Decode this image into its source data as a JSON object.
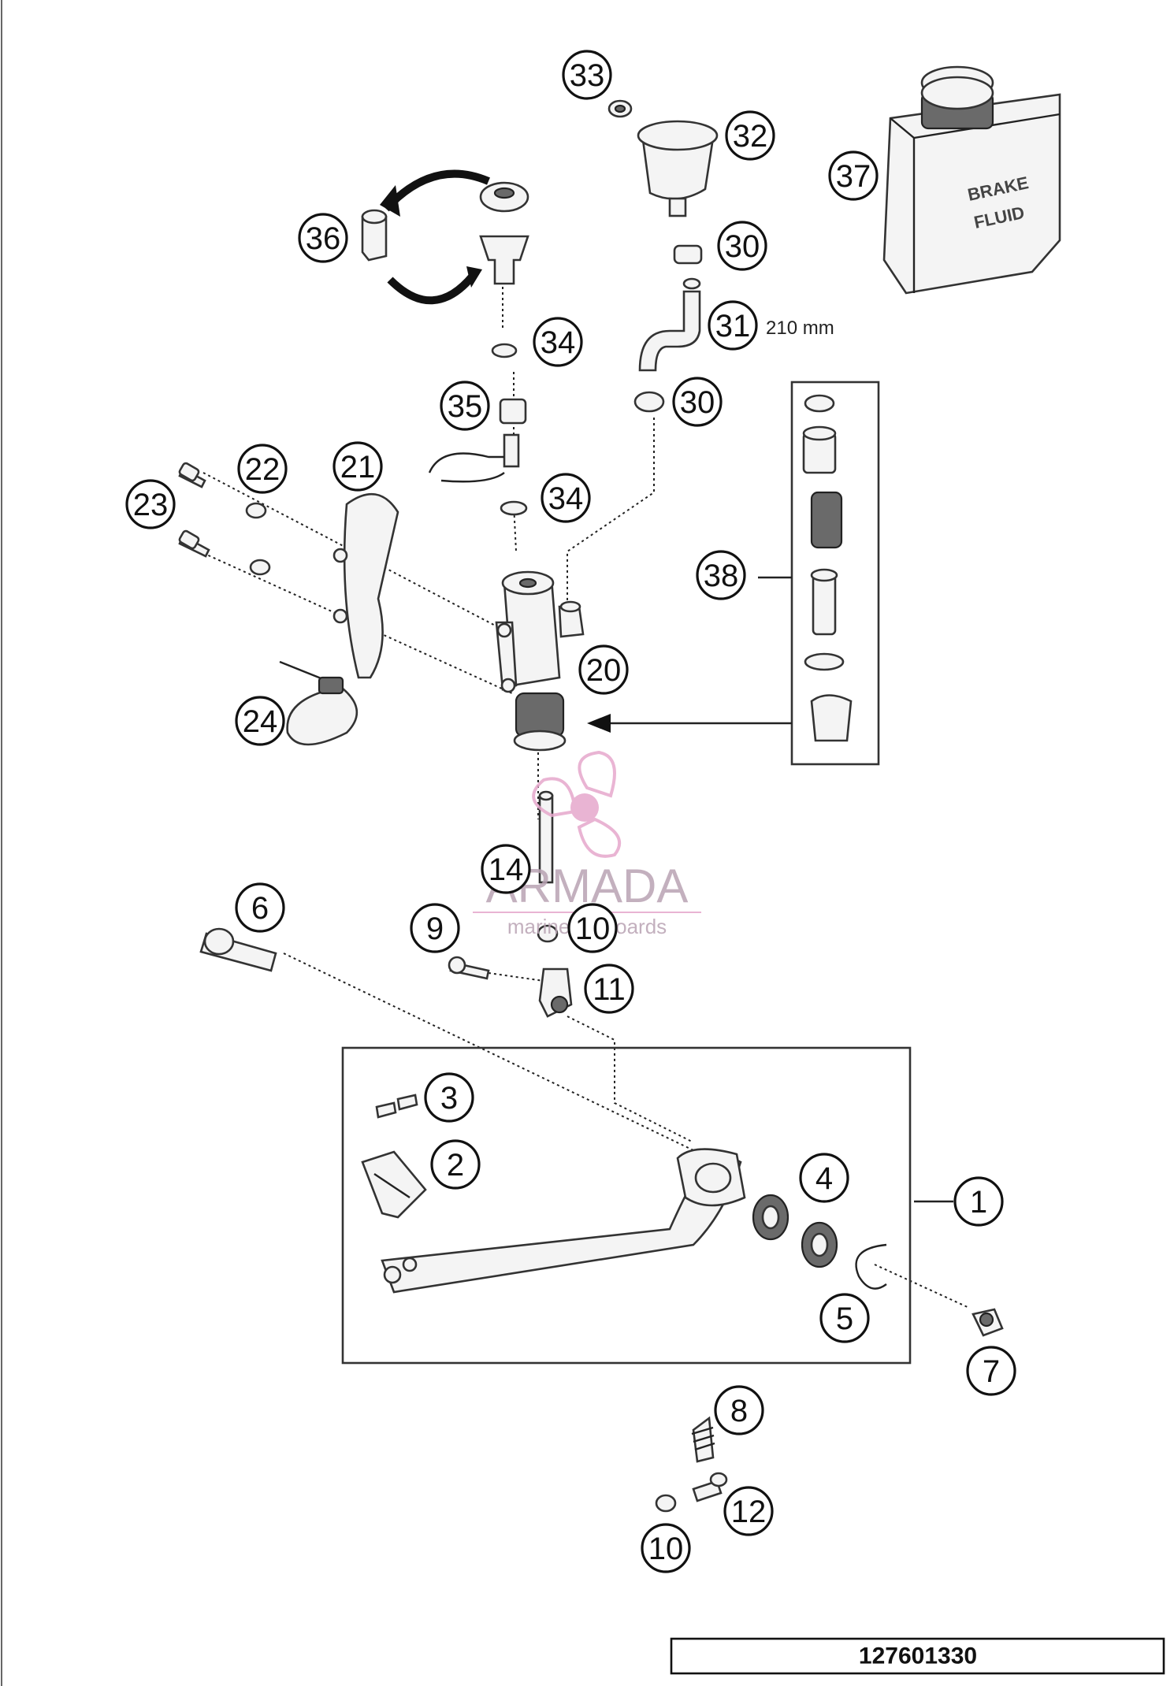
{
  "callouts": [
    {
      "id": "c1",
      "label": "1"
    },
    {
      "id": "c2",
      "label": "2"
    },
    {
      "id": "c3",
      "label": "3"
    },
    {
      "id": "c4",
      "label": "4"
    },
    {
      "id": "c5",
      "label": "5"
    },
    {
      "id": "c6",
      "label": "6"
    },
    {
      "id": "c7",
      "label": "7"
    },
    {
      "id": "c8",
      "label": "8"
    },
    {
      "id": "c9",
      "label": "9"
    },
    {
      "id": "c10a",
      "label": "10"
    },
    {
      "id": "c10b",
      "label": "10"
    },
    {
      "id": "c11",
      "label": "11"
    },
    {
      "id": "c12",
      "label": "12"
    },
    {
      "id": "c14",
      "label": "14"
    },
    {
      "id": "c20",
      "label": "20"
    },
    {
      "id": "c21",
      "label": "21"
    },
    {
      "id": "c22",
      "label": "22"
    },
    {
      "id": "c23",
      "label": "23"
    },
    {
      "id": "c24",
      "label": "24"
    },
    {
      "id": "c30a",
      "label": "30"
    },
    {
      "id": "c30b",
      "label": "30"
    },
    {
      "id": "c31",
      "label": "31"
    },
    {
      "id": "c32",
      "label": "32"
    },
    {
      "id": "c33",
      "label": "33"
    },
    {
      "id": "c34a",
      "label": "34"
    },
    {
      "id": "c34b",
      "label": "34"
    },
    {
      "id": "c35",
      "label": "35"
    },
    {
      "id": "c36",
      "label": "36"
    },
    {
      "id": "c37",
      "label": "37"
    },
    {
      "id": "c38",
      "label": "38"
    }
  ],
  "hose_length": "210 mm",
  "fluid_can": {
    "line1": "BRAKE",
    "line2": "FLUID"
  },
  "watermark": {
    "brand": "ARMADA",
    "tagline": "marine outboards",
    "accent_color": "#e6a8cc"
  },
  "part_number": "127601330"
}
